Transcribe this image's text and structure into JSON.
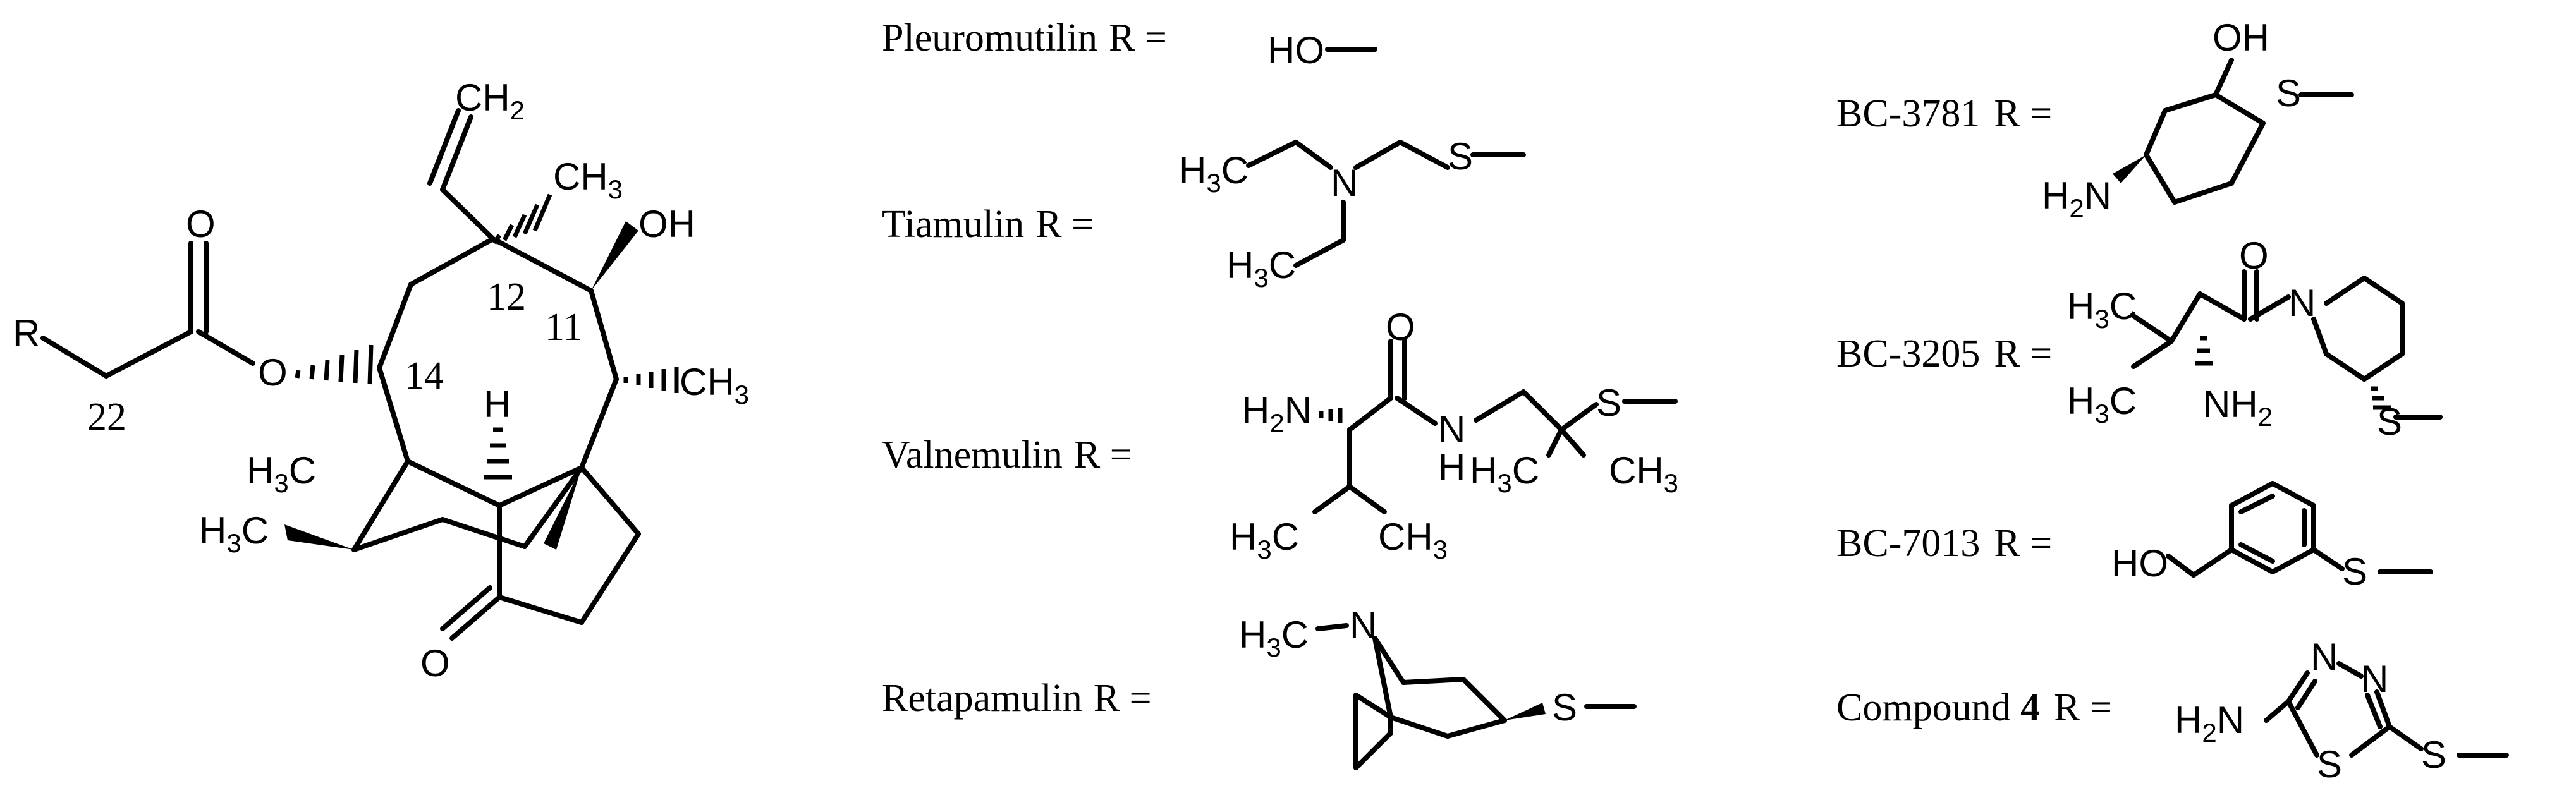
{
  "core": {
    "atoms": {
      "r": "R",
      "ester_o": "O",
      "ketone_o": "O",
      "ring_o": "O",
      "oh": "OH",
      "h": "H",
      "ch2": "CH",
      "ch2_sub": "2",
      "ch3_top": "CH",
      "ch3_top_sub": "3",
      "ch3_right": "CH",
      "ch3_right_sub": "3",
      "h3c_mid": "H",
      "h3c_mid_sub": "3",
      "h3c_mid_c": "C",
      "h3c_low": "H",
      "h3c_low_sub": "3",
      "h3c_low_c": "C"
    },
    "locants": {
      "c22": "22",
      "c14": "14",
      "c12": "12",
      "c11": "11"
    }
  },
  "substituents": [
    {
      "name": "Pleuromutilin",
      "bold_suffix": "",
      "eq": "R ="
    },
    {
      "name": "Tiamulin",
      "bold_suffix": "",
      "eq": "R ="
    },
    {
      "name": "Valnemulin",
      "bold_suffix": "",
      "eq": "R ="
    },
    {
      "name": "Retapamulin",
      "bold_suffix": "",
      "eq": "R ="
    },
    {
      "name": "BC-3781",
      "bold_suffix": "",
      "eq": "R ="
    },
    {
      "name": "BC-3205",
      "bold_suffix": "",
      "eq": "R ="
    },
    {
      "name": "BC-7013",
      "bold_suffix": "",
      "eq": "R ="
    },
    {
      "name": "Compound ",
      "bold_suffix": "4",
      "eq": "R ="
    }
  ],
  "fragments": {
    "pleuromutilin": {
      "ho": "HO"
    },
    "tiamulin": {
      "n": "N",
      "s": "S",
      "h": "H",
      "sub": "3",
      "c": "C"
    },
    "valnemulin": {
      "h2n": "H",
      "h2n_sub": "2",
      "h2n_n": "N",
      "o": "O",
      "n": "N",
      "h": "H",
      "s": "S",
      "ch3": "CH",
      "ch3_sub": "3",
      "h3c": "H",
      "h3c_sub": "3",
      "h3c_c": "C"
    },
    "retapamulin": {
      "n": "N",
      "s": "S",
      "h3c": "H",
      "h3c_sub": "3",
      "h3c_c": "C"
    },
    "bc3781": {
      "oh": "OH",
      "s": "S",
      "h2n": "H",
      "h2n_sub": "2",
      "h2n_n": "N"
    },
    "bc3205": {
      "o": "O",
      "n": "N",
      "s": "S",
      "nh2": "NH",
      "nh2_sub": "2",
      "h3c": "H",
      "h3c_sub": "3",
      "h3c_c": "C"
    },
    "bc7013": {
      "ho": "HO",
      "s": "S"
    },
    "compound4": {
      "n": "N",
      "s": "S",
      "h2n": "H",
      "h2n_sub": "2",
      "h2n_n": "N"
    }
  }
}
